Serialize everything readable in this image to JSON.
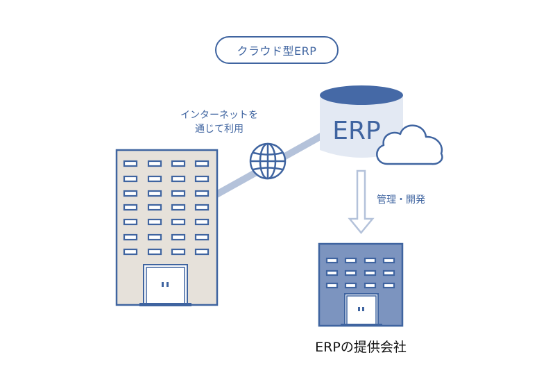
{
  "header": {
    "title": "クラウド型ERP"
  },
  "labels": {
    "internet_line1": "インターネットを",
    "internet_line2": "通じて利用",
    "management": "管理・開発",
    "provider": "ERPの提供会社"
  },
  "database": {
    "label": "ERP"
  },
  "icons": {
    "globe": "globe-icon",
    "cloud": "cloud-icon",
    "arrow": "arrow-down-icon",
    "client_building": "office-building-icon",
    "provider_building": "office-building-icon"
  },
  "colors": {
    "accent": "#3f64a0",
    "line": "#b4c2da",
    "db_body": "#e3e9f3",
    "db_top": "#4569a6",
    "client_building": "#e6e1da",
    "provider_building": "#7c94bf",
    "window_fill": "#ffffff"
  }
}
